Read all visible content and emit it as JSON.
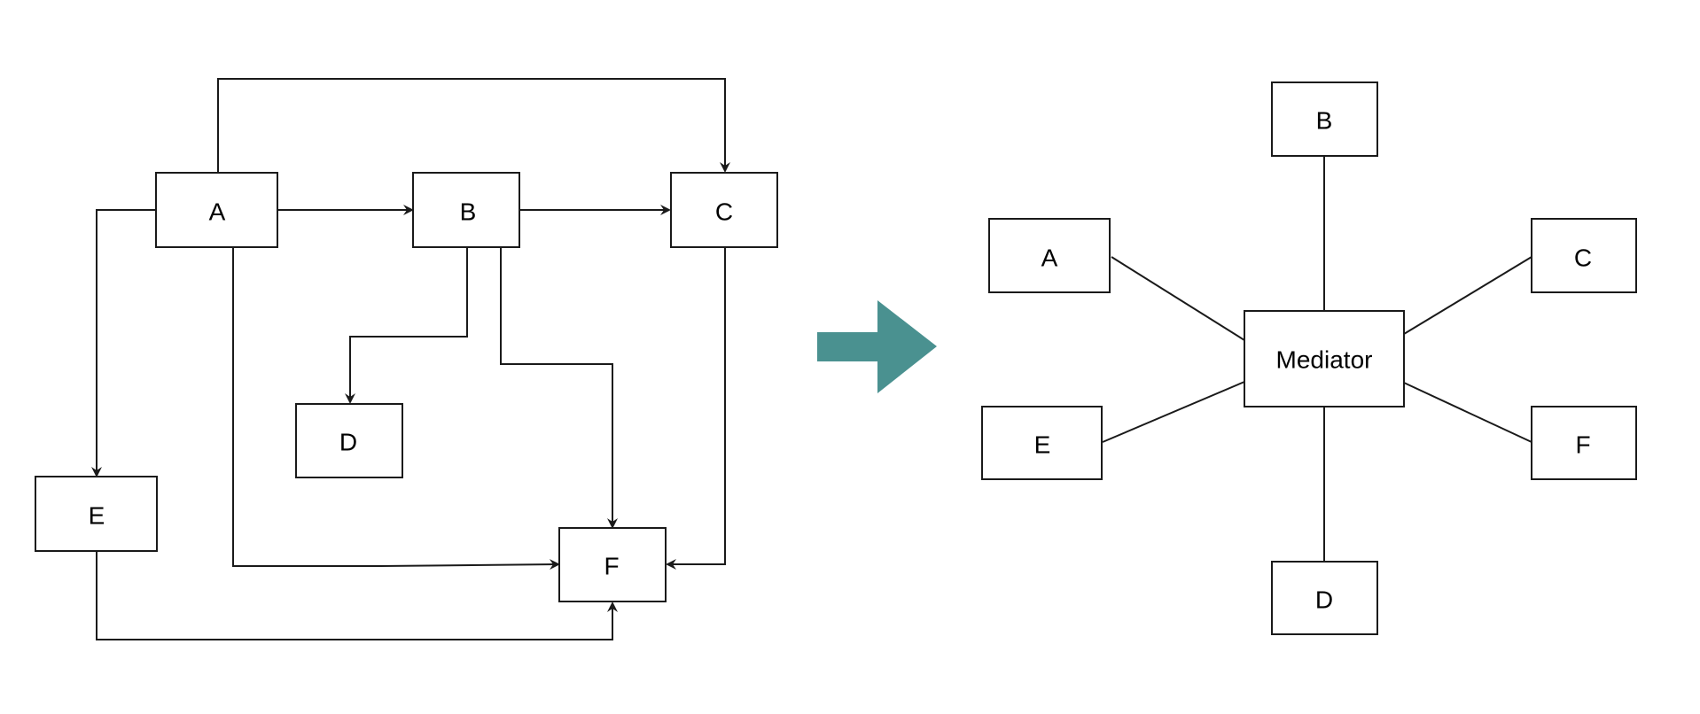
{
  "colors": {
    "stroke": "#1a1a1a",
    "text": "#000000",
    "background": "#ffffff",
    "transition_arrow": "#4a9190"
  },
  "before": {
    "nodes": {
      "A": "A",
      "B": "B",
      "C": "C",
      "D": "D",
      "E": "E",
      "F": "F"
    },
    "edges": [
      {
        "from": "A",
        "to": "B"
      },
      {
        "from": "A",
        "to": "C"
      },
      {
        "from": "A",
        "to": "E"
      },
      {
        "from": "A",
        "to": "F"
      },
      {
        "from": "B",
        "to": "C"
      },
      {
        "from": "B",
        "to": "D"
      },
      {
        "from": "B",
        "to": "F"
      },
      {
        "from": "C",
        "to": "F"
      },
      {
        "from": "E",
        "to": "F"
      }
    ]
  },
  "transition": {
    "icon": "right-arrow-icon"
  },
  "after": {
    "hub": "Mediator",
    "nodes": {
      "A": "A",
      "B": "B",
      "C": "C",
      "D": "D",
      "E": "E",
      "F": "F"
    },
    "edges": [
      {
        "from": "Mediator",
        "to": "A"
      },
      {
        "from": "Mediator",
        "to": "B"
      },
      {
        "from": "Mediator",
        "to": "C"
      },
      {
        "from": "Mediator",
        "to": "D"
      },
      {
        "from": "Mediator",
        "to": "E"
      },
      {
        "from": "Mediator",
        "to": "F"
      }
    ]
  }
}
